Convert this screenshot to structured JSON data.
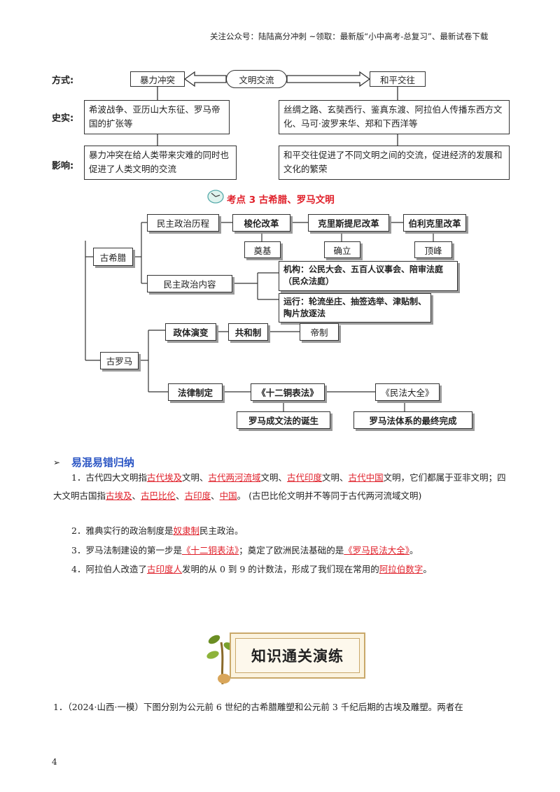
{
  "header": "关注公众号：陆陆高分冲刺  ~领取：最新版“小中高考-总复习”、最新试卷下载",
  "comparison": {
    "labels": {
      "way": "方式:",
      "facts": "史实:",
      "impact": "影响:"
    },
    "violent": "暴力冲突",
    "exchange": "文明交流",
    "peaceful": "和平交往",
    "violent_facts": "希波战争、亚历山大东征、罗马帝国的扩张等",
    "peaceful_facts": "丝绸之路、玄奘西行、鉴真东渡、阿拉伯人传播东西方文化、马可·波罗来华、郑和下西洋等",
    "violent_impact": "暴力冲突在给人类带来灾难的同时也促进了人类文明的交流",
    "peaceful_impact": "和平交往促进了不同文明之间的交流，促进经济的发展和文化的繁荣"
  },
  "point3_title": "考点 3  古希腊、罗马文明",
  "tree": {
    "greece": "古希腊",
    "democracy_history": "民主政治历程",
    "solon": "梭伦改革",
    "cleisthenes": "克里斯提尼改革",
    "pericles": "伯利克里改革",
    "lay_foundation": "奠基",
    "establish": "确立",
    "peak": "顶峰",
    "democracy_content": "民主政治内容",
    "institutions": "机构：公民大会、五百人议事会、陪审法庭（民众法庭）",
    "operation": "运行：轮流坐庄、抽签选举、津贴制、陶片放逐法",
    "rome": "古罗马",
    "polity": "政体演变",
    "republic": "共和制",
    "empire": "帝制",
    "law": "法律制定",
    "twelve_tables": "《十二铜表法》",
    "civil_code": "《民法大全》",
    "written_law": "罗马成文法的诞生",
    "final_law": "罗马法体系的最终完成"
  },
  "confusions": {
    "title": "易混易错归纳",
    "p1": {
      "a": "1．古代四大文明指",
      "r1": "古代埃及",
      "b": "文明、",
      "r2": "古代两河流域",
      "c": "文明、",
      "r3": "古代印度",
      "d": "文明、",
      "r4": "古代中国",
      "e": "文明，它们都属于亚非文明；四大文明古国指",
      "r5": "古埃及",
      "f": "、",
      "r6": "古巴比伦",
      "g": "、",
      "r7": "古印度",
      "h": "、",
      "r8": "中国",
      "i": "。",
      "note": "(古巴比伦文明并不等同于古代两河流域文明)"
    },
    "p2": {
      "a": "2．雅典实行的政治制度是",
      "r1": "奴隶制",
      "b": "民主政治。"
    },
    "p3": {
      "a": "3．罗马法制建设的第一步是",
      "r1": "《十二铜表法》",
      "b": "；奠定了欧洲民法基础的是",
      "r2": "《罗马民法大全》",
      "c": "。"
    },
    "p4": {
      "a": "4．阿拉伯人改造了",
      "r1": "古印度人",
      "b": "发明的从 0 到 9 的计数法，形成了我们现在常用的",
      "r2": "阿拉伯数字",
      "c": "。"
    }
  },
  "banner": "知识通关演练",
  "question1": "1．（2024·山西·一模）下图分别为公元前 6 世纪的古希腊雕塑和公元前 3 千纪后期的古埃及雕塑。两者在",
  "page_number": "4"
}
